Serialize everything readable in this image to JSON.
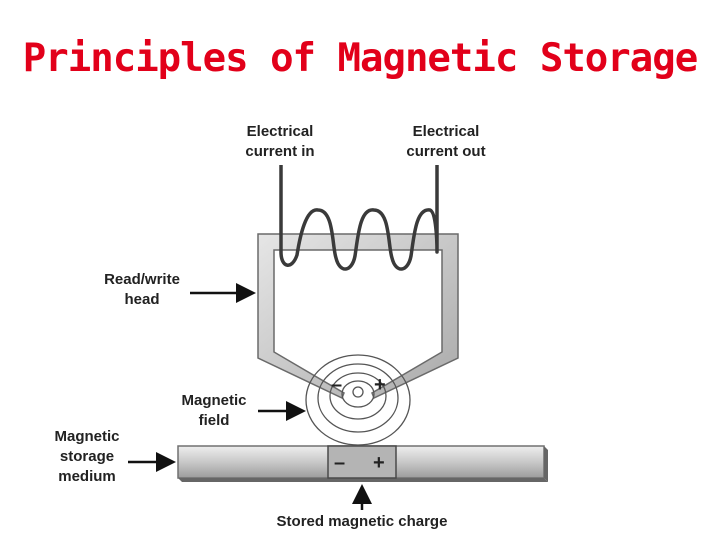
{
  "title": "Principles of Magnetic Storage",
  "diagram": {
    "labels": {
      "current_in": "Electrical\ncurrent in",
      "current_out": "Electrical\ncurrent out",
      "read_write_head": "Read/write\nhead",
      "magnetic_field": "Magnetic\nfield",
      "storage_medium": "Magnetic\nstorage\nmedium",
      "stored_charge": "Stored magnetic charge"
    },
    "head_polarity": {
      "left": "–",
      "right": "+"
    },
    "medium_polarity": {
      "left": "–",
      "right": "+"
    }
  }
}
